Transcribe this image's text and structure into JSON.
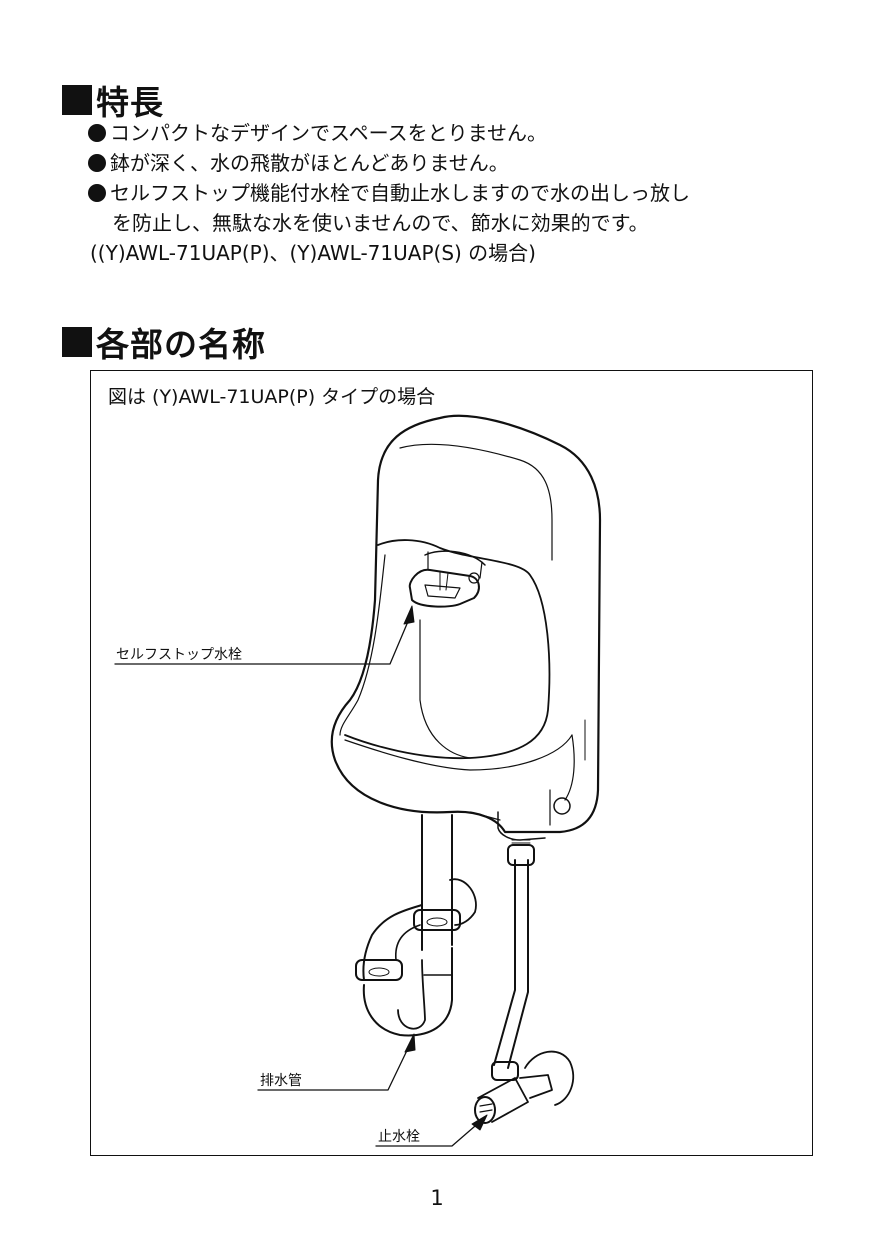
{
  "features": {
    "heading": "特長",
    "items": [
      "コンパクトなデザインでスペースをとりません。",
      "鉢が深く、水の飛散がほとんどありません。",
      "セルフストップ機能付水栓で自動止水しますので水の出しっ放し"
    ],
    "item3_continuation": "を防止し、無駄な水を使いませんので、節水に効果的です。",
    "note": "((Y)AWL-71UAP(P)、(Y)AWL-71UAP(S) の場合)"
  },
  "parts": {
    "heading": "各部の名称",
    "figure_caption": "図は (Y)AWL-71UAP(P) タイプの場合",
    "labels": {
      "self_stop_faucet": "セルフストップ水栓",
      "drain_pipe": "排水管",
      "stop_valve": "止水栓"
    }
  },
  "page_number": "1"
}
